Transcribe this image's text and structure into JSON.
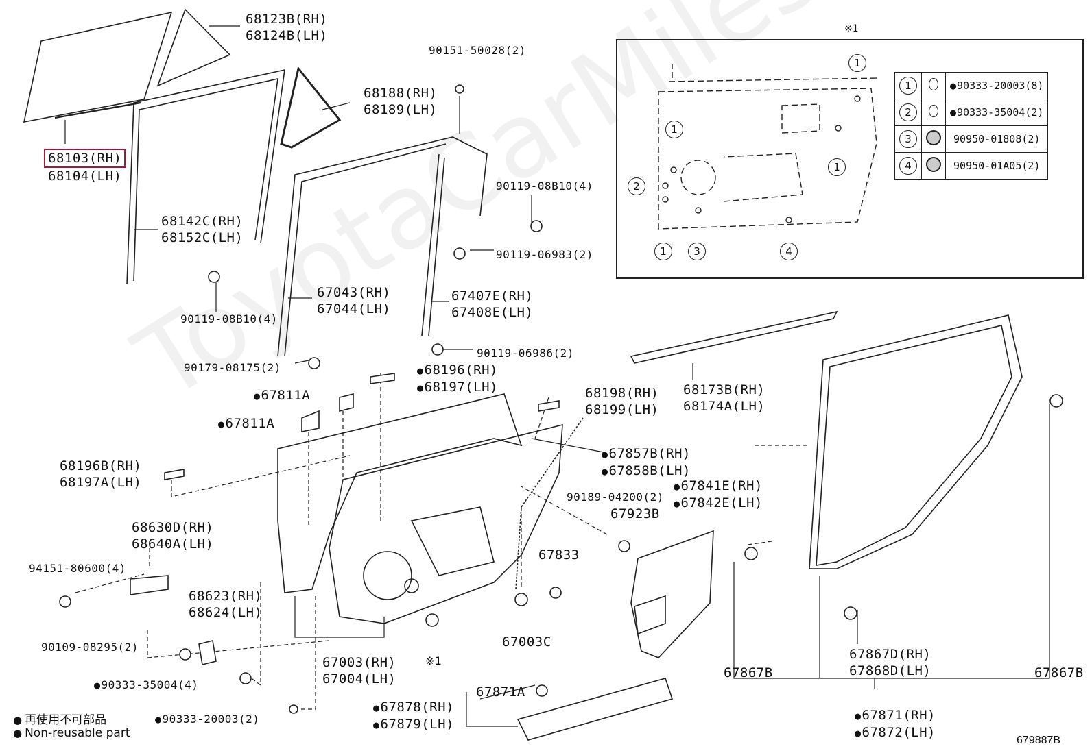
{
  "watermark": "ToyotaCarMiles",
  "highlight_color": "#a3163a",
  "inset": {
    "mark": "※1",
    "callouts": [
      "1",
      "2",
      "1",
      "1",
      "1",
      "3",
      "4"
    ],
    "legend": [
      {
        "n": "1",
        "icon": "oval-ring",
        "part": "90333-20003(8)",
        "nonreusable": true
      },
      {
        "n": "2",
        "icon": "oval-ring",
        "part": "90333-35004(2)",
        "nonreusable": true
      },
      {
        "n": "3",
        "icon": "grommet-clip",
        "part": "90950-01808(2)",
        "nonreusable": false
      },
      {
        "n": "4",
        "icon": "grommet-clip",
        "part": "90950-01A05(2)",
        "nonreusable": false
      }
    ]
  },
  "labels": {
    "l68123": [
      "68123B(RH)",
      "68124B(LH)"
    ],
    "l68103": [
      "68103(RH)",
      "68104(LH)"
    ],
    "l68188": [
      "68188(RH)",
      "68189(LH)"
    ],
    "l90151": "90151-50028(2)",
    "l68142": [
      "68142C(RH)",
      "68152C(LH)"
    ],
    "l90119a": "90119-08B10(4)",
    "l90119b": "90119-06983(2)",
    "l90119c": "90119-08B10(4)",
    "l67043": [
      "67043(RH)",
      "67044(LH)"
    ],
    "l67407": [
      "67407E(RH)",
      "67408E(LH)"
    ],
    "l90119d": "90119-06986(2)",
    "l90179": "90179-08175(2)",
    "l68196": [
      "68196(RH)",
      "68197(LH)"
    ],
    "l67811a": "67811A",
    "l67811b": "67811A",
    "l68198": [
      "68198(RH)",
      "68199(LH)"
    ],
    "l68173": [
      "68173B(RH)",
      "68174A(LH)"
    ],
    "l68196b": [
      "68196B(RH)",
      "68197A(LH)"
    ],
    "l67857": [
      "67857B(RH)",
      "67858B(LH)"
    ],
    "l67841": [
      "67841E(RH)",
      "67842E(LH)"
    ],
    "l90189": "90189-04200(2)",
    "l67923": "67923B",
    "l68630": [
      "68630D(RH)",
      "68640A(LH)"
    ],
    "l94151": "94151-80600(4)",
    "l67833": "67833",
    "l68623": [
      "68623(RH)",
      "68624(LH)"
    ],
    "l90109": "90109-08295(2)",
    "l67003c": "67003C",
    "l67003": [
      "67003(RH)",
      "67004(LH)"
    ],
    "lmark1": "※1",
    "l90333a": "90333-35004(4)",
    "l67867d": [
      "67867D(RH)",
      "67868D(LH)"
    ],
    "l67867b1": "67867B",
    "l67867b2": "67867B",
    "l67871a": "67871A",
    "l67878": [
      "67878(RH)",
      "67879(LH)"
    ],
    "l90333b": "90333-20003(2)",
    "l67871": [
      "67871(RH)",
      "67872(LH)"
    ]
  },
  "notes": {
    "jp": "再使用不可部品",
    "en": "Non-reusable part"
  },
  "reference": "679887B"
}
